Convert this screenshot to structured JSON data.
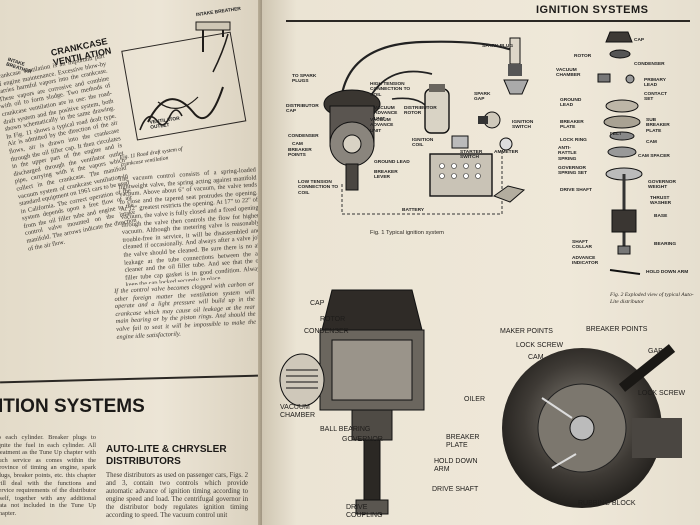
{
  "left_page": {
    "side_label": "INTAKE BREATHER",
    "crankcase_heading": "CRANKCASE VENTILATION",
    "fig11_labels": {
      "intake_breather": "INTAKE BREATHER",
      "ventilator_outlet": "VENTILATOR OUTLET"
    },
    "fig11_caption": "Fig. 11 Road draft system of crankcase ventilation",
    "col1_text": "Crankcase ventilation is an important part of engine maintenance. Excessive blow-by carries harmful vapors into the crankcase. These vapors are corrosive and combine with oil to form sludge. Two methods of crankcase ventilation are in use: the road-draft system and the positive system, both shown schematically in the same drawing. In Fig. 11 shows a typical road draft type. Air is admitted by the direction of the air flows, air is drawn into the crankcase through the oil filler cap. It then circulates in the upper part of the engine and is discharged through the ventilator outlet pipe, carrying with it the vapors which collect in the crankcase. The manifold vacuum system of crankcase ventilation in standard equipment on 1961 cars to be used in California. The correct operation of the system depends upon a free flow of air from the oil filler tube and engine to the control valve mounted on the intake manifold. The arrows indicate the direction of the air flow.",
    "col2_text": "The vacuum control consists of a spring-loaded lightweight valve, the spring acting against manifold vacuum. Above about 6\" of vacuum, the valve tends to close and the tapered seat protrudes the opening. At 12\" greatest restricts the opening. At 17\" to 22\" of vacuum, the valve is fully closed and a fixed opening through the valve then controls the flow for higher vacuum. Although the metering valve is reasonably trouble-free in service, it will be disassembled and cleaned if occasionally. And always after a valve job the valve should be cleaned. Be sure there is no air leakage at the tube connections between the air cleaner and the oil filler tube. And see that the oil filler tube cap gasket is in good condition. Always keep the cap locked securely in place.",
    "col2_italic": "If the control valve becomes clogged with carbon or other foreign matter the ventilation system will operate and a light pressure will build up in the crankcase which may cause oil leakage at the rear main bearing or by the piston rings. And should the valve fail to seat it will be impossible to make the engine idle satisfactorily.",
    "big_heading": "ITION SYSTEMS",
    "bottom_left_text": "to each cylinder. Breaker plugs to ignite the fuel in each cylinder. All treatment as the Tune Up chapter with such service as comes within the province of timing an engine, spark plugs, breaker points, etc. this chapter will deal with the functions and service requirements of the distributor itself, together with any additional data not included in the Tune Up chapter.",
    "autolite_heading": "AUTO-LITE & CHRYSLER DISTRIBUTORS",
    "autolite_text": "These distributors as used on passenger cars, Figs. 2 and 3, contain two controls which provide automatic advance of ignition timing according to engine speed and load. The centrifugal governor in the distributor body regulates ignition timing according to speed. The vacuum control unit"
  },
  "right_page": {
    "header": "IGNITION SYSTEMS",
    "fig1_caption": "Fig. 1 Typical ignition system",
    "fig1_labels": {
      "spark_plug": "SPARK PLUG",
      "to_spark_plugs": "TO SPARK PLUGS",
      "high_tension_connection": "HIGH TENSION CONNECTION TO COIL",
      "vacuum_advance_unit": "VACUUM ADVANCE UNIT",
      "distributor_cap": "DISTRIBUTOR CAP",
      "distributor_rotor": "DISTRIBUTOR ROTOR",
      "condenser": "CONDENSER",
      "cam": "CAM",
      "breaker_points": "BREAKER POINTS",
      "vacuum_advance_unit_2": "VACUUM ADVANCE UNIT",
      "ground_lead": "GROUND LEAD",
      "breaker_lever": "BREAKER LEVER",
      "low_tension_connection": "LOW TENSION CONNECTION TO COIL",
      "ignition_coil": "IGNITION COIL",
      "spark_gap": "SPARK GAP",
      "ignition_switch": "IGNITION SWITCH",
      "starter_switch": "STARTER SWITCH",
      "ammeter": "AMMETER",
      "battery": "BATTERY"
    },
    "fig2_labels": {
      "cap": "CAP",
      "rotor": "ROTOR",
      "vacuum_chamber": "VACUUM CHAMBER",
      "condenser": "CONDENSER",
      "primary_lead": "PRIMARY LEAD",
      "contact_set": "CONTACT SET",
      "ground_lead": "GROUND LEAD",
      "breaker_plate": "BREAKER PLATE",
      "sub_breaker_plate": "SUB BREAKER PLATE",
      "felt": "FELT",
      "lock_ring": "LOCK RING",
      "anti_rattle_spring": "ANTI-RATTLE SPRING",
      "cam": "CAM",
      "cam_spacer": "CAM SPACER",
      "governor_spring_set": "GOVERNOR SPRING SET",
      "drive_shaft": "DRIVE SHAFT",
      "governor_weight": "GOVERNOR WEIGHT",
      "thrust_washer": "THRUST WASHER",
      "base": "BASE",
      "shaft_collar": "SHAFT COLLAR",
      "bearing": "BEARING",
      "advance_indicator": "ADVANCE INDICATOR",
      "hold_down_arm": "HOLD DOWN ARM"
    },
    "fig2_caption": "Fig. 2 Exploded view of typical Auto-Lite distributor",
    "fig3_labels": {
      "cap": "CAP",
      "rotor": "ROTOR",
      "condenser": "CONDENSER",
      "vacuum_chamber": "VACUUM CHAMBER",
      "ball_bearing": "BALL BEARING",
      "governor": "GOVERNOR",
      "oiler": "OILER",
      "breaker_plate": "BREAKER PLATE",
      "hold_down_arm": "HOLD DOWN ARM",
      "drive_shaft": "DRIVE SHAFT",
      "drive_coupling": "DRIVE COUPLING"
    },
    "fig4_labels": {
      "maker_points": "MAKER POINTS",
      "breaker_points": "BREAKER POINTS",
      "lock_screw": "LOCK SCREW",
      "gap": "GAP",
      "cam": "CAM",
      "lock_screw_2": "LOCK SCREW",
      "rubbing_block": "RUBBING BLOCK"
    }
  },
  "colors": {
    "paper": "#ece5d6",
    "ink": "#1c1a18",
    "background": "#2a2118"
  }
}
